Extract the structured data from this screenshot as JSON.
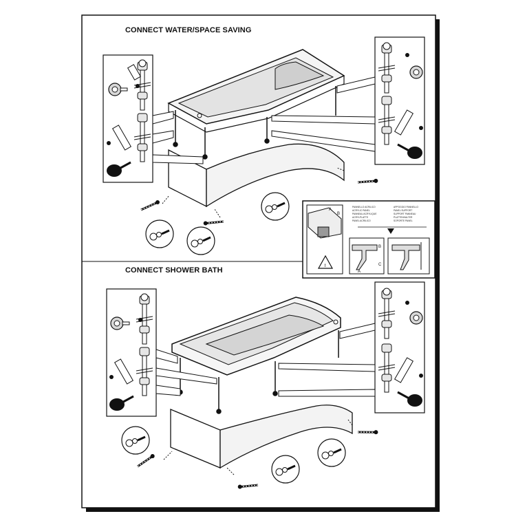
{
  "sections": {
    "top_title": "CONNECT WATER/SPACE SAVING",
    "bottom_title": "CONNECT SHOWER BATH"
  },
  "warning_box": {
    "labels": {
      "a": "A",
      "b": "B",
      "c": "C"
    },
    "notes_left": [
      "PANNELLO ACRILICO",
      "ACRYLIC PANEL",
      "PANNEAU ACRYLIQUE",
      "ACRYLPLATTE",
      "PANEL ACRILICO"
    ],
    "notes_right": [
      "APPOGGIO PANNELLO",
      "PANEL SUPPORT",
      "SUPPORT PANNEAU",
      "PLATTENHALTER",
      "SOPORTE PANEL"
    ],
    "icon": "warning-triangle-icon"
  },
  "colors": {
    "line": "#111111",
    "fill_light": "#f2f2f2",
    "fill_mid": "#d9d9d9",
    "shadow": "#1a1a1a"
  }
}
